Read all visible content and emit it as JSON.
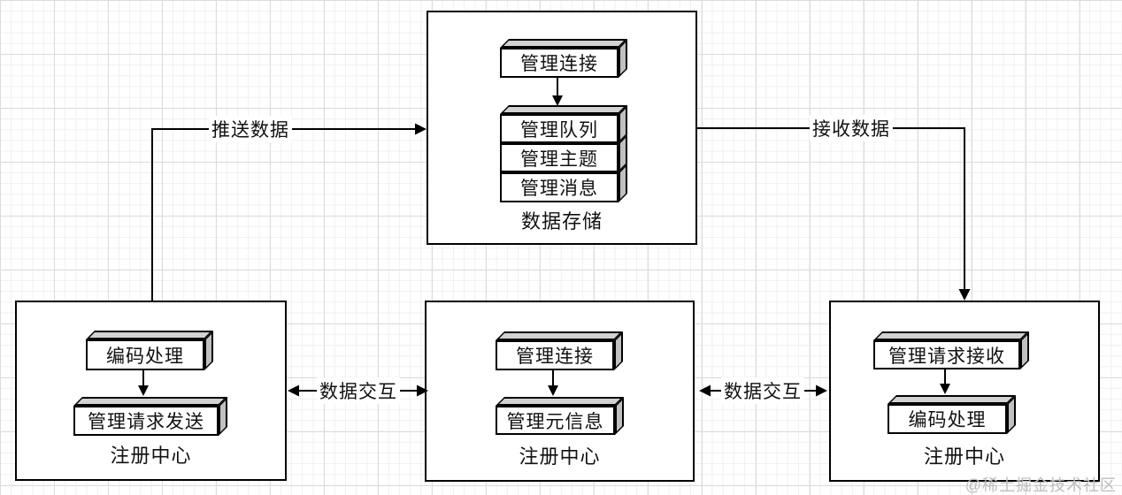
{
  "diagram": {
    "nodes": {
      "data_storage": {
        "title": "数据存储",
        "cube": "管理连接",
        "stack": [
          "管理队列",
          "管理主题",
          "管理消息"
        ]
      },
      "registry_left": {
        "title": "注册中心",
        "cube_top": "编码处理",
        "cube_bottom": "管理请求发送"
      },
      "registry_center": {
        "title": "注册中心",
        "cube_top": "管理连接",
        "cube_bottom": "管理元信息"
      },
      "registry_right": {
        "title": "注册中心",
        "cube_top": "管理请求接收",
        "cube_bottom": "编码处理"
      }
    },
    "edges": {
      "push": "推送数据",
      "receive": "接收数据",
      "interact_left": "数据交互",
      "interact_right": "数据交互"
    },
    "watermark": "@稀土掘金技术社区",
    "colors": {
      "line": "#000000",
      "cube_top_face": "#d2d2d2",
      "cube_side_face": "#c0c0c0",
      "grid_minor": "#f0f0f0",
      "grid_major": "#dcdcdc",
      "watermark": "#bdbdbd"
    }
  }
}
